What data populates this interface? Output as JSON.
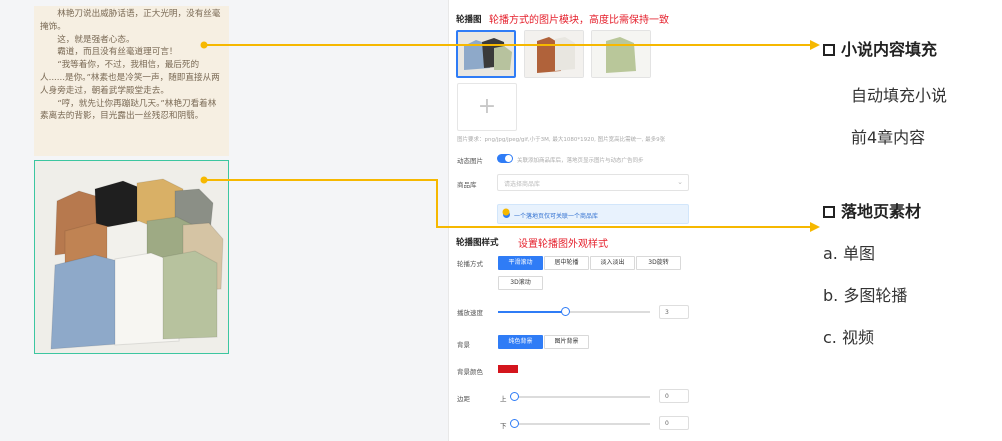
{
  "novel": {
    "paragraphs": [
      "林艳刀说出威胁话语，正大光明，没有丝毫掩饰。",
      "这，就是强者心态。",
      "霸道，而且没有丝毫道理可言！",
      "“我等着你，不过，我相信，最后死的人......是你。”林素也是冷笑一声，随即直接从两人身旁走过，朝着武学殿堂走去。",
      "“哼，就先让你再蹦跶几天。”林艳刀看着林素离去的背影，目光露出一丝残忍和阴翳。"
    ]
  },
  "panel": {
    "carousel_label": "轮播图",
    "carousel_note": "轮播方式的图片模块，高度比需保持一致",
    "add_symbol": "+",
    "image_hint": "图片要求：png/jpg/jpeg/gif,小于3M, 最大1080*1920, 图片宽高比需统一, 最多9张",
    "dynamic_label": "动态图片",
    "dynamic_hint": "关联添加商品库后，落地页显示图片与动态广告同步",
    "library_label": "商品库",
    "library_placeholder": "请选择商品库",
    "library_info": "一个落地页仅可关联一个商品库",
    "style_label": "轮播图样式",
    "style_note": "设置轮播图外观样式",
    "mode_label": "轮播方式",
    "modes": [
      "平滑滚动",
      "居中轮播",
      "淡入淡出",
      "3D旋转",
      "3D滚动"
    ],
    "speed_label": "播放速度",
    "speed_value": "3",
    "speed_fraction": 0.45,
    "bg_label": "背景",
    "bg_options": [
      "纯色背景",
      "图片背景"
    ],
    "bg_color_label": "背景颜色",
    "bg_color": "#d4151d",
    "margin_label": "边距",
    "margin_top_label": "上",
    "margin_top_value": "0",
    "margin_bottom_label": "下",
    "margin_bottom_value": "0"
  },
  "annotations": {
    "novel_title": "小说内容填充",
    "novel_line1": "自动填充小说",
    "novel_line2": "前4章内容",
    "landing_title": "落地页素材",
    "items": [
      "a.  单图",
      "b.  多图轮播",
      "c.  视频"
    ]
  },
  "colors": {
    "accent": "#2f7cf6",
    "connector": "#f6b800",
    "highlight_border": "#3cc6a0",
    "note_red": "#e5202c"
  }
}
